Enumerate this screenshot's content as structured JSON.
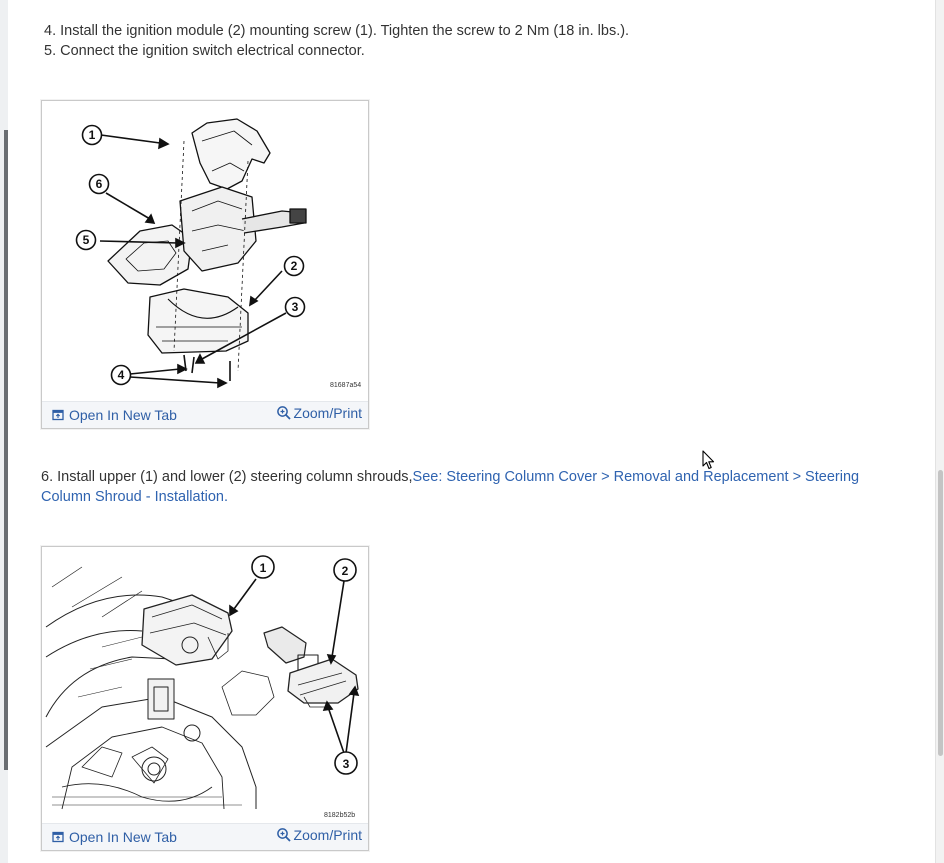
{
  "steps": {
    "step4": "4. Install the ignition module (2) mounting screw (1). Tighten the screw to 2 Nm (18 in. lbs.).",
    "step5": "5. Connect the ignition switch electrical connector.",
    "step6_text": "6. Install upper (1) and lower (2) steering column shrouds,",
    "step6_link": "See: Steering Column Cover > Removal and Replacement > Steering Column Shroud - Installation."
  },
  "figure1": {
    "code": "81687a54",
    "callouts": [
      "1",
      "6",
      "5",
      "2",
      "3",
      "4"
    ],
    "open_label": "Open In New Tab",
    "zoom_label": "Zoom/Print"
  },
  "figure2": {
    "code": "8182b52b",
    "callouts": [
      "1",
      "2",
      "3"
    ],
    "open_label": "Open In New Tab",
    "zoom_label": "Zoom/Print"
  },
  "colors": {
    "link": "#2f63b0",
    "text": "#333333",
    "bar": "#f4f6f9"
  }
}
